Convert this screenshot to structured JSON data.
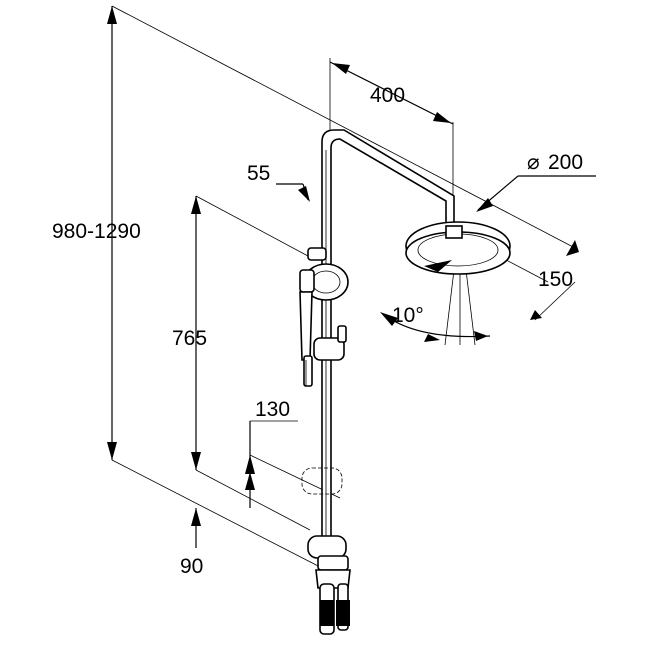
{
  "labels": {
    "overall_height": "980-1290",
    "arm_length": "400",
    "head_diameter": "200",
    "diameter_symbol": "⌀",
    "arm_drop": "150",
    "hand_shower_offset": "55",
    "rail_height": "765",
    "shelf_offset": "130",
    "wall_offset": "90",
    "tilt_angle": "10°"
  }
}
